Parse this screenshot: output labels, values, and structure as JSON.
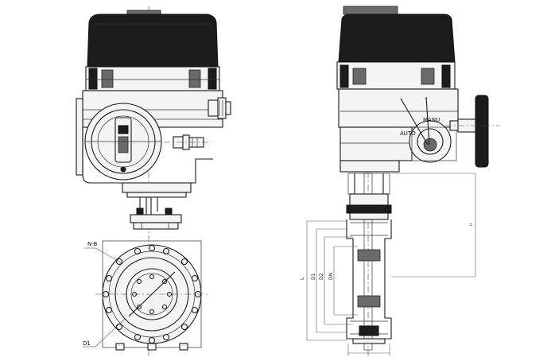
{
  "labels": {
    "bolt_holes": "N-B",
    "d1_front": "D1",
    "manual": "MANU",
    "auto": "AUTO",
    "dim_l": "L",
    "dim_d1": "D1",
    "dim_d2": "D2",
    "dim_dn": "DN",
    "dim_h": "H"
  }
}
